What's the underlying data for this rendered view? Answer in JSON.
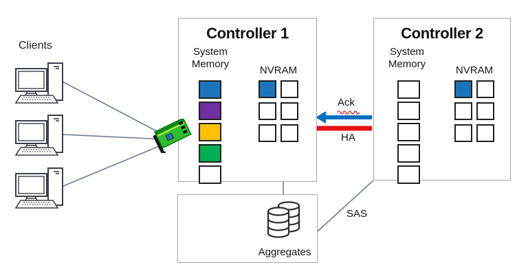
{
  "colors": {
    "box_border": "#a6a6a6",
    "connector": "#6e7b96",
    "arrow_blue": "#0070c0",
    "arrow_red": "#e81010",
    "block_blue": "#1b75bc",
    "block_purple": "#7030a0",
    "block_yellow": "#ffc000",
    "block_green": "#00b050",
    "block_white": "#ffffff"
  },
  "clients": {
    "label": "Clients"
  },
  "controller1": {
    "title": "Controller 1",
    "memory_label": "System Memory",
    "nvram_label": "NVRAM",
    "memory_blocks": [
      "#1b75bc",
      "#7030a0",
      "#ffc000",
      "#00b050",
      "#ffffff"
    ],
    "nvram_blocks": [
      "#1b75bc",
      "#ffffff",
      "#ffffff",
      "#ffffff",
      "#ffffff",
      "#ffffff"
    ]
  },
  "controller2": {
    "title": "Controller 2",
    "memory_label": "System Memory",
    "nvram_label": "NVRAM",
    "memory_blocks": [
      "#ffffff",
      "#ffffff",
      "#ffffff",
      "#ffffff",
      "#ffffff"
    ],
    "nvram_blocks": [
      "#1b75bc",
      "#ffffff",
      "#ffffff",
      "#ffffff",
      "#ffffff",
      "#ffffff"
    ]
  },
  "links": {
    "ack_label": "Ack",
    "ha_label": "HA",
    "sas_label": "SAS"
  },
  "aggregates": {
    "label": "Aggregates"
  }
}
